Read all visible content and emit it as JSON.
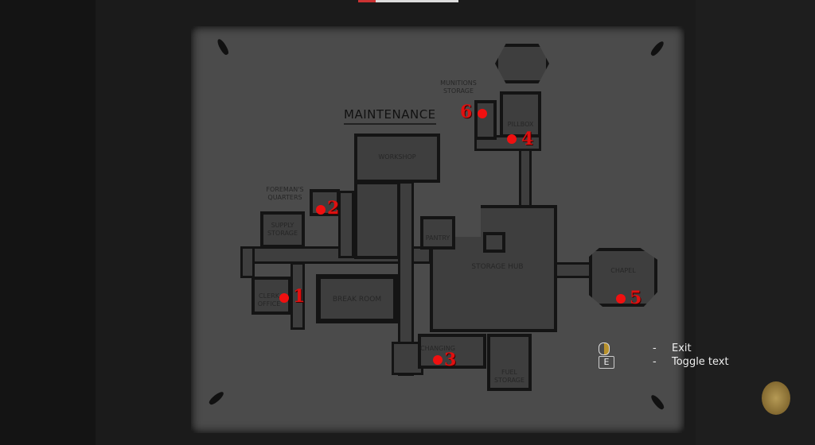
{
  "map": {
    "title": "MAINTENANCE",
    "rooms": {
      "munitions": "MUNITIONS STORAGE",
      "pillbox": "PILLBOX",
      "workshop": "WORKSHOP",
      "foreman": "FOREMAN'S QUARTERS",
      "supply": "SUPPLY STORAGE",
      "pantry": "PANTRY",
      "hub": "STORAGE HUB",
      "clerk": "CLERK OFFICE",
      "break": "BREAK ROOM",
      "chapel": "CHAPEL",
      "changing": "CHANGING",
      "fuel": "FUEL STORAGE"
    },
    "markers": [
      "1",
      "2",
      "3",
      "4",
      "5",
      "6"
    ],
    "marker_color": "#f01010"
  },
  "controls": {
    "exit_key_icon": "mouse-icon",
    "exit_sep": "-",
    "exit_label": "Exit",
    "toggle_key": "E",
    "toggle_sep": "-",
    "toggle_label": "Toggle text"
  }
}
